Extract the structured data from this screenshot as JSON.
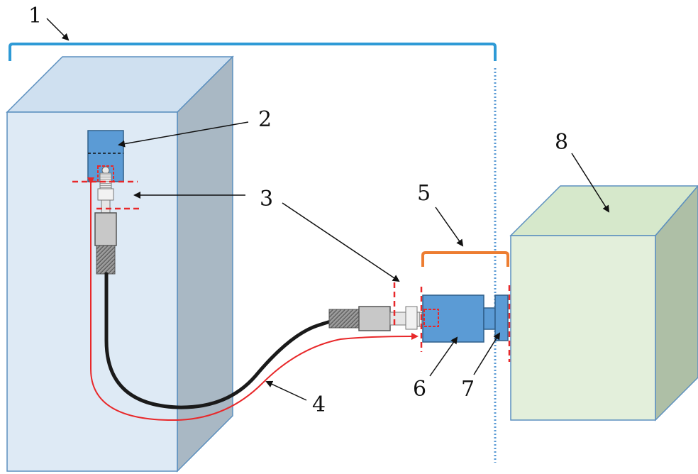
{
  "labels": {
    "l1": "1",
    "l2": "2",
    "l3": "3",
    "l4": "4",
    "l5": "5",
    "l6": "6",
    "l7": "7",
    "l8": "8"
  },
  "colors": {
    "box_front": "#deeaf5",
    "box_top": "#cfe0f0",
    "box_side": "#a9b8c4",
    "box_edge": "#5b8fbf",
    "green_front": "#e3efdb",
    "green_top": "#d6e8cb",
    "green_side": "#aebfa6",
    "green_edge": "#5b8fbf",
    "bracket_blue": "#2e9ad6",
    "bracket_orange": "#ed7d31",
    "sensor_blue": "#5b9bd5",
    "red": "#e8282a",
    "cable": "#1a1a1a",
    "dotted_line": "#5b9bd5"
  },
  "icons": {
    "sensor": "accelerometer-sensor-icon",
    "connector": "threaded-connector-icon",
    "cable": "coaxial-cable-icon"
  }
}
